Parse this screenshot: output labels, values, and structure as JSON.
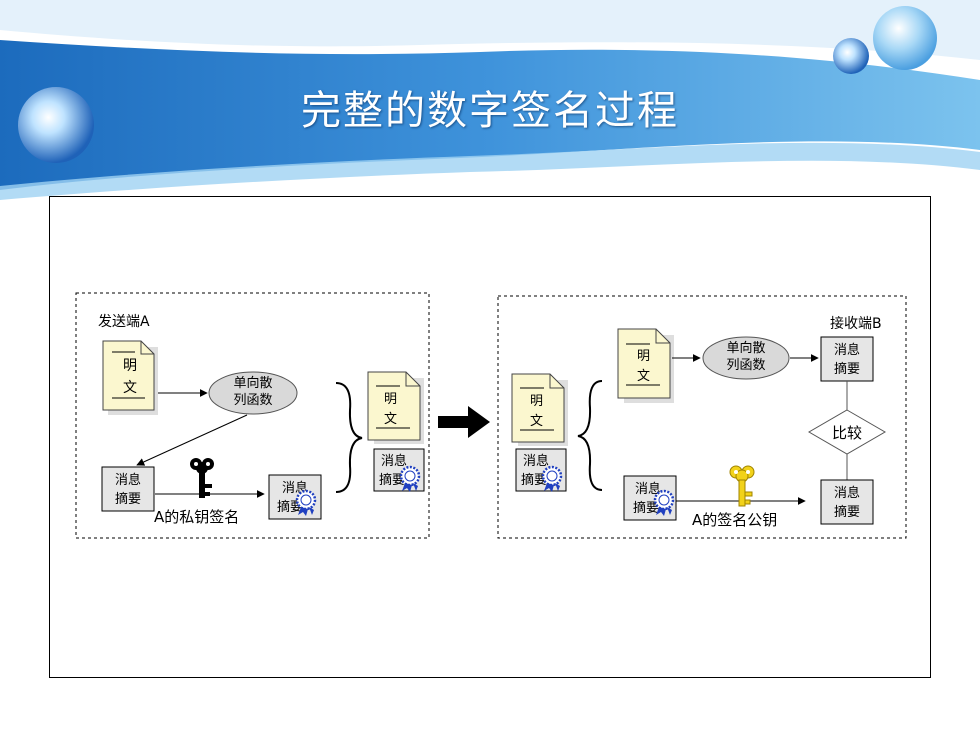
{
  "slide": {
    "title": "完整的数字签名过程"
  },
  "sender": {
    "label": "发送端A",
    "plaintext": [
      "明",
      "文"
    ],
    "hash_function": [
      "单向散",
      "列函数"
    ],
    "digest": [
      "消息",
      "摘要"
    ],
    "private_key_label": "A的私钥签名",
    "signed_digest": [
      "消息",
      "摘要"
    ],
    "bundle_plaintext": [
      "明",
      "文"
    ],
    "bundle_digest": [
      "消息",
      "摘要"
    ]
  },
  "receiver": {
    "label": "接收端B",
    "received_plaintext": [
      "明",
      "文"
    ],
    "received_digest": [
      "消息",
      "摘要"
    ],
    "plaintext": [
      "明",
      "文"
    ],
    "hash_function": [
      "单向散",
      "列函数"
    ],
    "computed_digest": [
      "消息",
      "摘要"
    ],
    "compare": "比较",
    "signed_digest": [
      "消息",
      "摘要"
    ],
    "public_key_label": "A的签名公钥",
    "recovered_digest": [
      "消息",
      "摘要"
    ]
  },
  "colors": {
    "banner_dark": "#1e6fc0",
    "banner_light": "#7fc4ee",
    "document": "#fbf7cf",
    "digest_box": "#e6e6e6",
    "hash_ellipse": "#d9d9d9",
    "seal": "#2040c0",
    "private_key": "#000000",
    "public_key": "#f2d21a"
  },
  "icons": {
    "private_key": "key-icon",
    "public_key": "key-icon",
    "signature": "seal-icon",
    "transfer": "arrow-right-icon"
  }
}
